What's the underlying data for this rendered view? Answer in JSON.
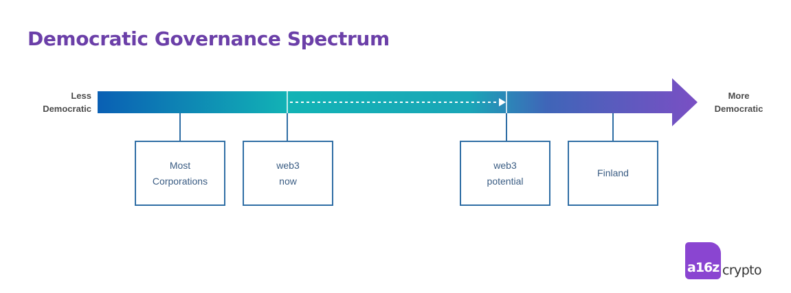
{
  "title": "Democratic Governance Spectrum",
  "spectrum": {
    "left_label": [
      "Less",
      "Democratic"
    ],
    "right_label": [
      "More",
      "Democratic"
    ],
    "gradient_colors": [
      "#0a5fb4",
      "#12b3b5",
      "#3f65b8",
      "#7a4fc4"
    ],
    "dashed_arrow": {
      "from": "web3 now",
      "to": "web3 potential"
    }
  },
  "markers": [
    {
      "id": "most-corporations",
      "lines": [
        "Most",
        "Corporations"
      ]
    },
    {
      "id": "web3-now",
      "lines": [
        "web3",
        "now"
      ]
    },
    {
      "id": "web3-potential",
      "lines": [
        "web3",
        "potential"
      ]
    },
    {
      "id": "finland",
      "lines": [
        "Finland"
      ]
    }
  ],
  "logo": {
    "badge_text": "a16z",
    "word": "crypto",
    "brand_color": "#8a45d1"
  },
  "colors": {
    "title": "#6b3fa8",
    "box_border": "#2e6da4",
    "box_text": "#3a5c83",
    "connector": "#2e6da4"
  }
}
